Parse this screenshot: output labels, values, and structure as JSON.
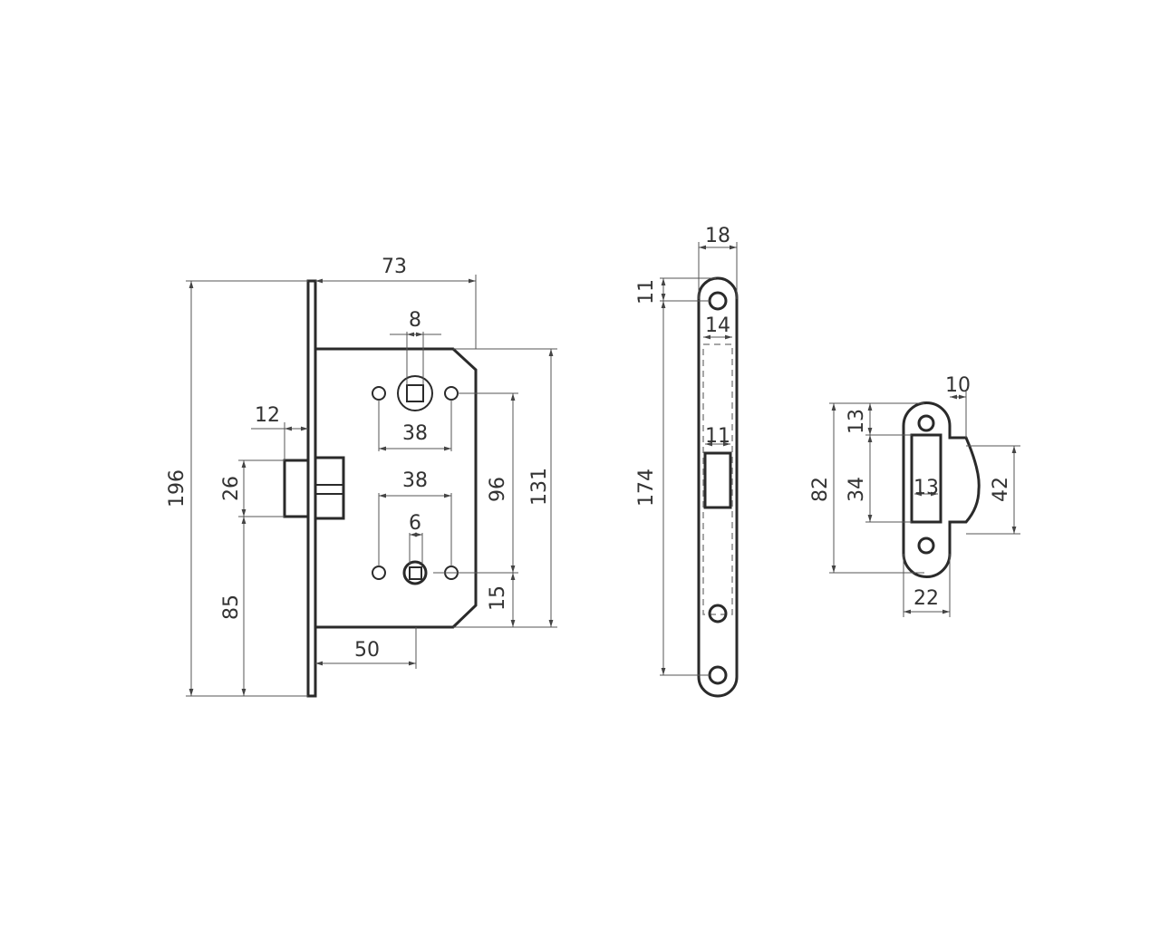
{
  "lock_body": {
    "dimensions": {
      "backset_total": "73",
      "plate_height": "196",
      "spindle_square": "8",
      "latch_projection": "12",
      "upper_hole_spacing": "38",
      "lower_hole_spacing": "38",
      "latch_height": "26",
      "thumbturn_square": "6",
      "latch_to_bottom": "85",
      "center_distance": "96",
      "body_height": "131",
      "bottom_offset": "15",
      "backset": "50"
    }
  },
  "faceplate": {
    "dimensions": {
      "width": "18",
      "hole_offset": "11",
      "inner_width": "14",
      "slot_width": "11",
      "hole_spacing": "174"
    }
  },
  "strike_plate": {
    "dimensions": {
      "tab_width": "10",
      "top_offset": "13",
      "height": "82",
      "slot_height": "34",
      "slot_width": "13",
      "lip_height": "42",
      "width": "22"
    }
  }
}
